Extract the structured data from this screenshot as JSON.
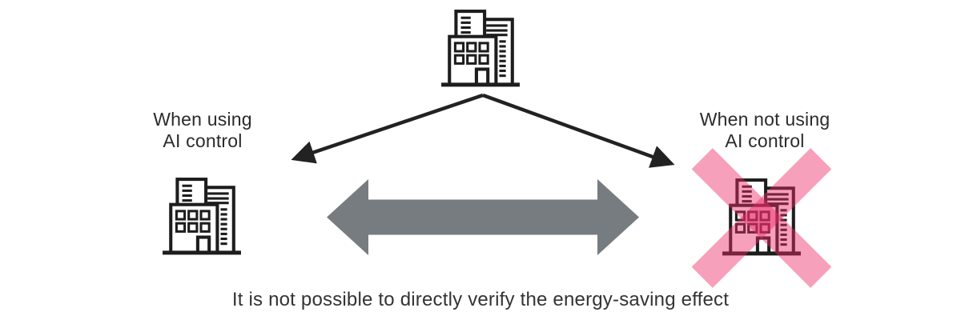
{
  "diagram": {
    "background_color": "#ffffff",
    "source_node": {
      "icon": "building-icon"
    },
    "left_branch": {
      "label_line1": "When using",
      "label_line2": "AI control",
      "icon": "building-icon"
    },
    "right_branch": {
      "label_line1": "When not using",
      "label_line2": "AI control",
      "icon": "building-icon",
      "crossed_out": true
    },
    "branch_arrows": {
      "icon": "split-arrows-icon",
      "color": "#222222"
    },
    "comparison_arrow": {
      "icon": "double-headed-arrow-icon",
      "color": "#777c80"
    },
    "cross_mark": {
      "icon": "cross-x-icon",
      "color": "#ed2d69",
      "opacity": "0.45"
    },
    "caption": "It is not possible to directly verify the energy-saving effect",
    "colors": {
      "outline": "#1d1d1d",
      "text": "#2b2b2b",
      "caption_text": "#333333"
    }
  }
}
